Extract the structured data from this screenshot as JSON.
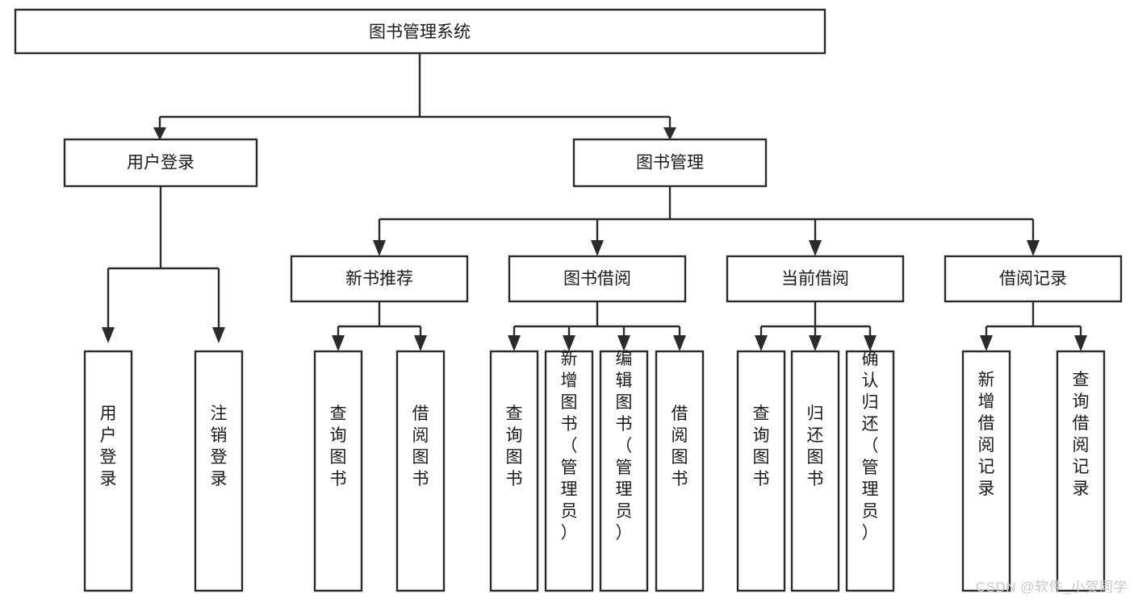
{
  "diagram": {
    "type": "tree-hierarchy",
    "root": {
      "id": "root",
      "label": "图书管理系统"
    },
    "level2": [
      {
        "id": "user-login",
        "label": "用户登录"
      },
      {
        "id": "book-management",
        "label": "图书管理"
      }
    ],
    "level3": [
      {
        "id": "new-book-recommend",
        "label": "新书推荐",
        "parent": "book-management"
      },
      {
        "id": "book-borrow",
        "label": "图书借阅",
        "parent": "book-management"
      },
      {
        "id": "current-borrow",
        "label": "当前借阅",
        "parent": "book-management"
      },
      {
        "id": "borrow-record",
        "label": "借阅记录",
        "parent": "book-management"
      }
    ],
    "leaves": [
      {
        "id": "leaf-user-login",
        "label": "用户登录",
        "parent": "user-login"
      },
      {
        "id": "leaf-logout-login",
        "label": "注销登录",
        "parent": "user-login"
      },
      {
        "id": "leaf-query-book-1",
        "label": "查询图书",
        "parent": "new-book-recommend"
      },
      {
        "id": "leaf-borrow-book-1",
        "label": "借阅图书",
        "parent": "new-book-recommend"
      },
      {
        "id": "leaf-query-book-2",
        "label": "查询图书",
        "parent": "book-borrow"
      },
      {
        "id": "leaf-add-book-admin",
        "label": "新增图书（管理员）",
        "parent": "book-borrow"
      },
      {
        "id": "leaf-edit-book-admin",
        "label": "编辑图书（管理员）",
        "parent": "book-borrow"
      },
      {
        "id": "leaf-borrow-book-2",
        "label": "借阅图书",
        "parent": "book-borrow"
      },
      {
        "id": "leaf-query-book-3",
        "label": "查询图书",
        "parent": "current-borrow"
      },
      {
        "id": "leaf-return-book",
        "label": "归还图书",
        "parent": "current-borrow"
      },
      {
        "id": "leaf-confirm-return-admin",
        "label": "确认归还（管理员）",
        "parent": "current-borrow"
      },
      {
        "id": "leaf-add-borrow-record",
        "label": "新增借阅记录",
        "parent": "borrow-record"
      },
      {
        "id": "leaf-query-borrow-record",
        "label": "查询借阅记录",
        "parent": "borrow-record"
      }
    ]
  },
  "watermark": {
    "text": "CSDN @软件_小贺同学"
  },
  "colors": {
    "background": "#ffffff",
    "box_fill": "#ffffff",
    "box_stroke": "#2b2b2b",
    "connector": "#2b2b2b",
    "text": "#1a1a1a",
    "watermark": "#c8c8c8"
  }
}
